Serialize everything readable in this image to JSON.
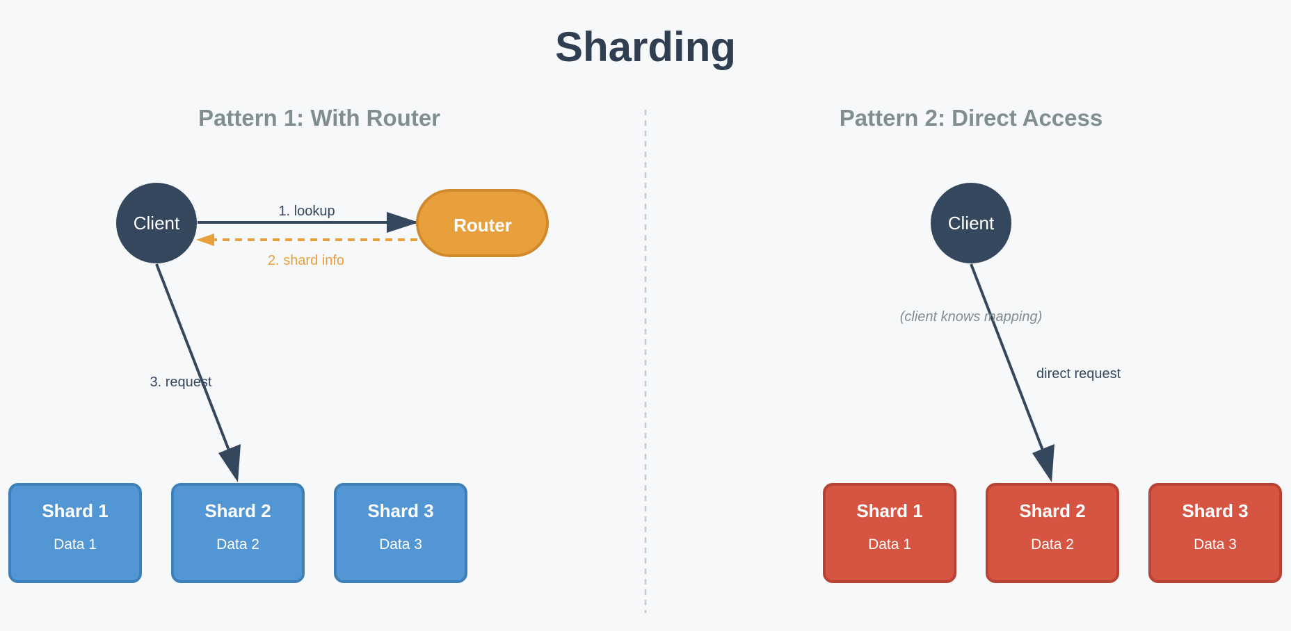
{
  "title": "Sharding",
  "colors": {
    "background": "#f7f8fa",
    "client": "#34475d",
    "router_fill": "#e8a03c",
    "router_stroke": "#d08a2c",
    "shard_blue_fill": "#5296d3",
    "shard_blue_stroke": "#3d7fb8",
    "shard_red_fill": "#d55442",
    "shard_red_stroke": "#b84233",
    "divider": "#c7cacd"
  },
  "pattern1": {
    "heading": "Pattern 1: With Router",
    "client_label": "Client",
    "router_label": "Router",
    "edge_lookup": "1. lookup",
    "edge_shard_info": "2. shard info",
    "edge_request": "3. request",
    "shards": [
      {
        "name": "Shard 1",
        "data": "Data 1"
      },
      {
        "name": "Shard 2",
        "data": "Data 2"
      },
      {
        "name": "Shard 3",
        "data": "Data 3"
      }
    ]
  },
  "pattern2": {
    "heading": "Pattern 2: Direct Access",
    "client_label": "Client",
    "note": "(client knows mapping)",
    "edge_request": "direct request",
    "shards": [
      {
        "name": "Shard 1",
        "data": "Data 1"
      },
      {
        "name": "Shard 2",
        "data": "Data 2"
      },
      {
        "name": "Shard 3",
        "data": "Data 3"
      }
    ]
  }
}
